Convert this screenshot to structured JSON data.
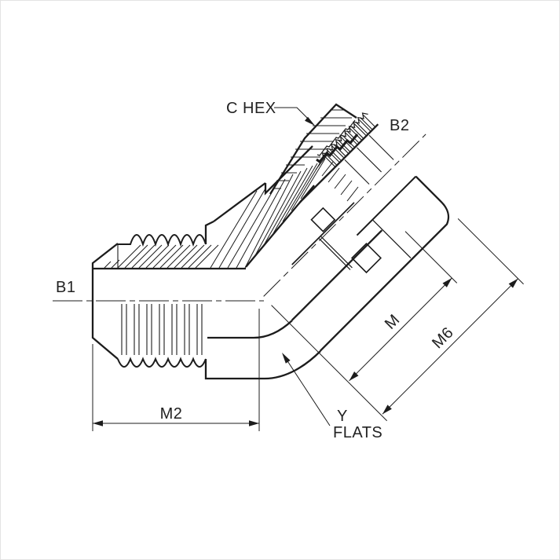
{
  "figure": {
    "subject": "45-degree flare fitting engineering drawing",
    "background": "#ffffff",
    "line_color": "#1c1c1c",
    "border_color": "#e3e3e3"
  },
  "labels": {
    "c_hex": "C HEX",
    "b2": "B2",
    "b1": "B1",
    "m": "M",
    "m6": "M6",
    "m2": "M2",
    "y": "Y",
    "flats": "FLATS"
  }
}
